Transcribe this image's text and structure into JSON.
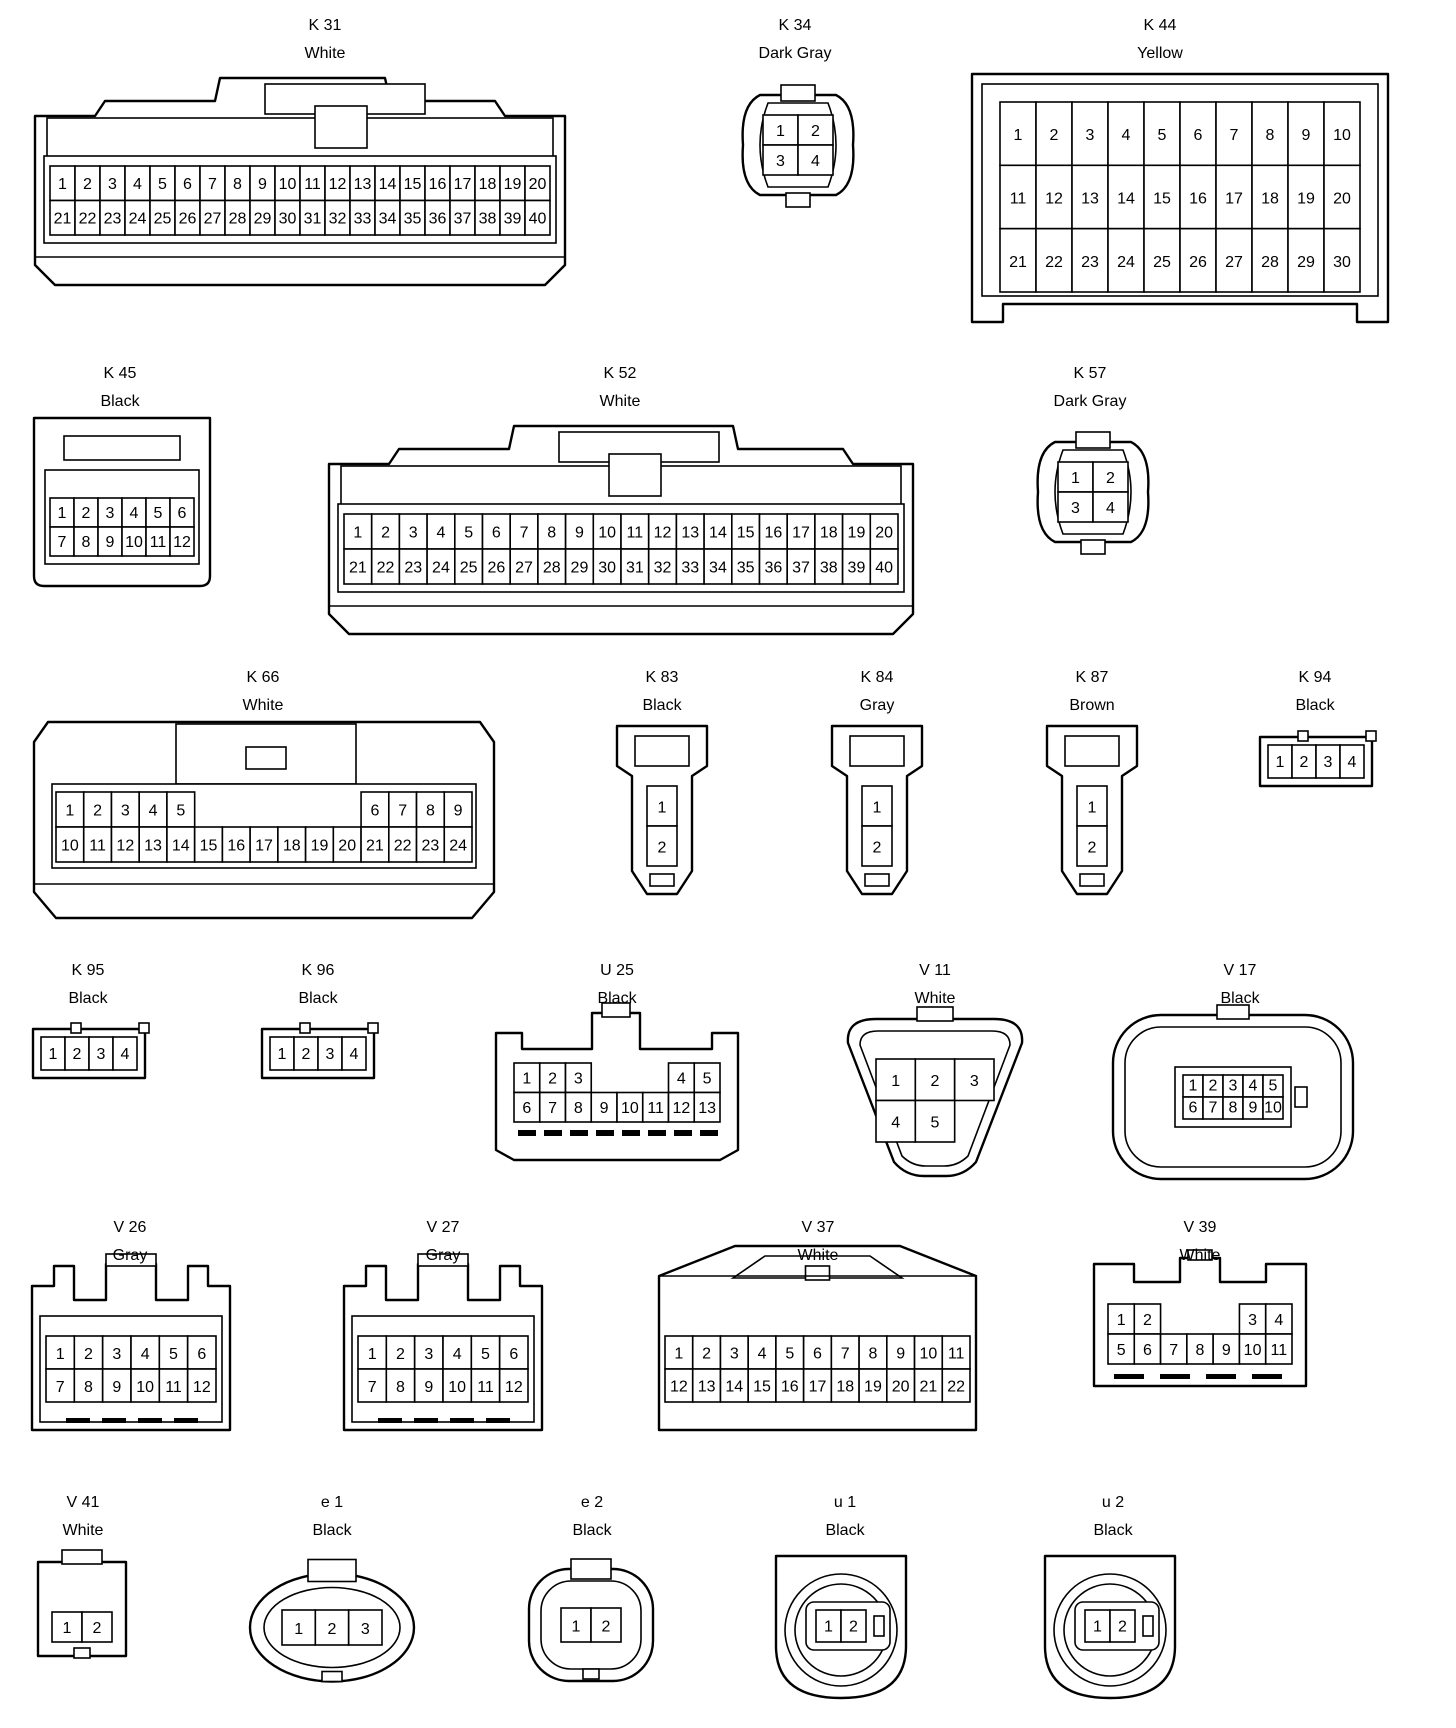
{
  "connectors": [
    {
      "id": "K31",
      "code": "K 31",
      "color": "White",
      "rows": [
        [
          1,
          2,
          3,
          4,
          5,
          6,
          7,
          8,
          9,
          10,
          11,
          12,
          13,
          14,
          15,
          16,
          17,
          18,
          19,
          20
        ],
        [
          21,
          22,
          23,
          24,
          25,
          26,
          27,
          28,
          29,
          30,
          31,
          32,
          33,
          34,
          35,
          36,
          37,
          38,
          39,
          40
        ]
      ]
    },
    {
      "id": "K34",
      "code": "K 34",
      "color": "Dark Gray",
      "rows": [
        [
          1,
          2
        ],
        [
          3,
          4
        ]
      ]
    },
    {
      "id": "K44",
      "code": "K 44",
      "color": "Yellow",
      "rows": [
        [
          1,
          2,
          3,
          4,
          5,
          6,
          7,
          8,
          9,
          10
        ],
        [
          11,
          12,
          13,
          14,
          15,
          16,
          17,
          18,
          19,
          20
        ],
        [
          21,
          22,
          23,
          24,
          25,
          26,
          27,
          28,
          29,
          30
        ]
      ]
    },
    {
      "id": "K45",
      "code": "K 45",
      "color": "Black",
      "rows": [
        [
          1,
          2,
          3,
          4,
          5,
          6
        ],
        [
          7,
          8,
          9,
          10,
          11,
          12
        ]
      ]
    },
    {
      "id": "K52",
      "code": "K 52",
      "color": "White",
      "rows": [
        [
          1,
          2,
          3,
          4,
          5,
          6,
          7,
          8,
          9,
          10,
          11,
          12,
          13,
          14,
          15,
          16,
          17,
          18,
          19,
          20
        ],
        [
          21,
          22,
          23,
          24,
          25,
          26,
          27,
          28,
          29,
          30,
          31,
          32,
          33,
          34,
          35,
          36,
          37,
          38,
          39,
          40
        ]
      ]
    },
    {
      "id": "K57",
      "code": "K 57",
      "color": "Dark Gray",
      "rows": [
        [
          1,
          2
        ],
        [
          3,
          4
        ]
      ]
    },
    {
      "id": "K66",
      "code": "K 66",
      "color": "White",
      "rows": [
        [
          1,
          2,
          3,
          4,
          5,
          null,
          null,
          null,
          null,
          null,
          null,
          6,
          7,
          8,
          9
        ],
        [
          10,
          11,
          12,
          13,
          14,
          15,
          16,
          17,
          18,
          19,
          20,
          21,
          22,
          23,
          24
        ]
      ]
    },
    {
      "id": "K83",
      "code": "K 83",
      "color": "Black",
      "rows": [
        [
          1
        ],
        [
          2
        ]
      ]
    },
    {
      "id": "K84",
      "code": "K 84",
      "color": "Gray",
      "rows": [
        [
          1
        ],
        [
          2
        ]
      ]
    },
    {
      "id": "K87",
      "code": "K 87",
      "color": "Brown",
      "rows": [
        [
          1
        ],
        [
          2
        ]
      ]
    },
    {
      "id": "K94",
      "code": "K 94",
      "color": "Black",
      "rows": [
        [
          1,
          2,
          3,
          4
        ]
      ]
    },
    {
      "id": "K95",
      "code": "K 95",
      "color": "Black",
      "rows": [
        [
          1,
          2,
          3,
          4
        ]
      ]
    },
    {
      "id": "K96",
      "code": "K 96",
      "color": "Black",
      "rows": [
        [
          1,
          2,
          3,
          4
        ]
      ]
    },
    {
      "id": "U25",
      "code": "U 25",
      "color": "Black",
      "rows": [
        [
          1,
          2,
          3,
          null,
          null,
          null,
          4,
          5
        ],
        [
          6,
          7,
          8,
          9,
          10,
          11,
          12,
          13
        ]
      ]
    },
    {
      "id": "V11",
      "code": "V 11",
      "color": "White",
      "rows": [
        [
          1,
          2,
          3
        ],
        [
          4,
          5
        ]
      ]
    },
    {
      "id": "V17",
      "code": "V 17",
      "color": "Black",
      "rows": [
        [
          1,
          2,
          3,
          4,
          5
        ],
        [
          6,
          7,
          8,
          9,
          10
        ]
      ]
    },
    {
      "id": "V26",
      "code": "V 26",
      "color": "Gray",
      "rows": [
        [
          1,
          2,
          3,
          4,
          5,
          6
        ],
        [
          7,
          8,
          9,
          10,
          11,
          12
        ]
      ]
    },
    {
      "id": "V27",
      "code": "V 27",
      "color": "Gray",
      "rows": [
        [
          1,
          2,
          3,
          4,
          5,
          6
        ],
        [
          7,
          8,
          9,
          10,
          11,
          12
        ]
      ]
    },
    {
      "id": "V37",
      "code": "V 37",
      "color": "White",
      "rows": [
        [
          1,
          2,
          3,
          4,
          5,
          6,
          7,
          8,
          9,
          10,
          11
        ],
        [
          12,
          13,
          14,
          15,
          16,
          17,
          18,
          19,
          20,
          21,
          22
        ]
      ]
    },
    {
      "id": "V39",
      "code": "V 39",
      "color": "White",
      "rows": [
        [
          1,
          2,
          null,
          null,
          null,
          3,
          4
        ],
        [
          5,
          6,
          7,
          8,
          9,
          10,
          11
        ]
      ]
    },
    {
      "id": "V41",
      "code": "V 41",
      "color": "White",
      "rows": [
        [
          1,
          2
        ]
      ]
    },
    {
      "id": "e1",
      "code": "e 1",
      "color": "Black",
      "rows": [
        [
          1,
          2,
          3
        ]
      ]
    },
    {
      "id": "e2",
      "code": "e 2",
      "color": "Black",
      "rows": [
        [
          1,
          2
        ]
      ]
    },
    {
      "id": "u1",
      "code": "u 1",
      "color": "Black",
      "rows": [
        [
          1,
          2
        ]
      ]
    },
    {
      "id": "u2",
      "code": "u 2",
      "color": "Black",
      "rows": [
        [
          1,
          2
        ]
      ]
    }
  ]
}
